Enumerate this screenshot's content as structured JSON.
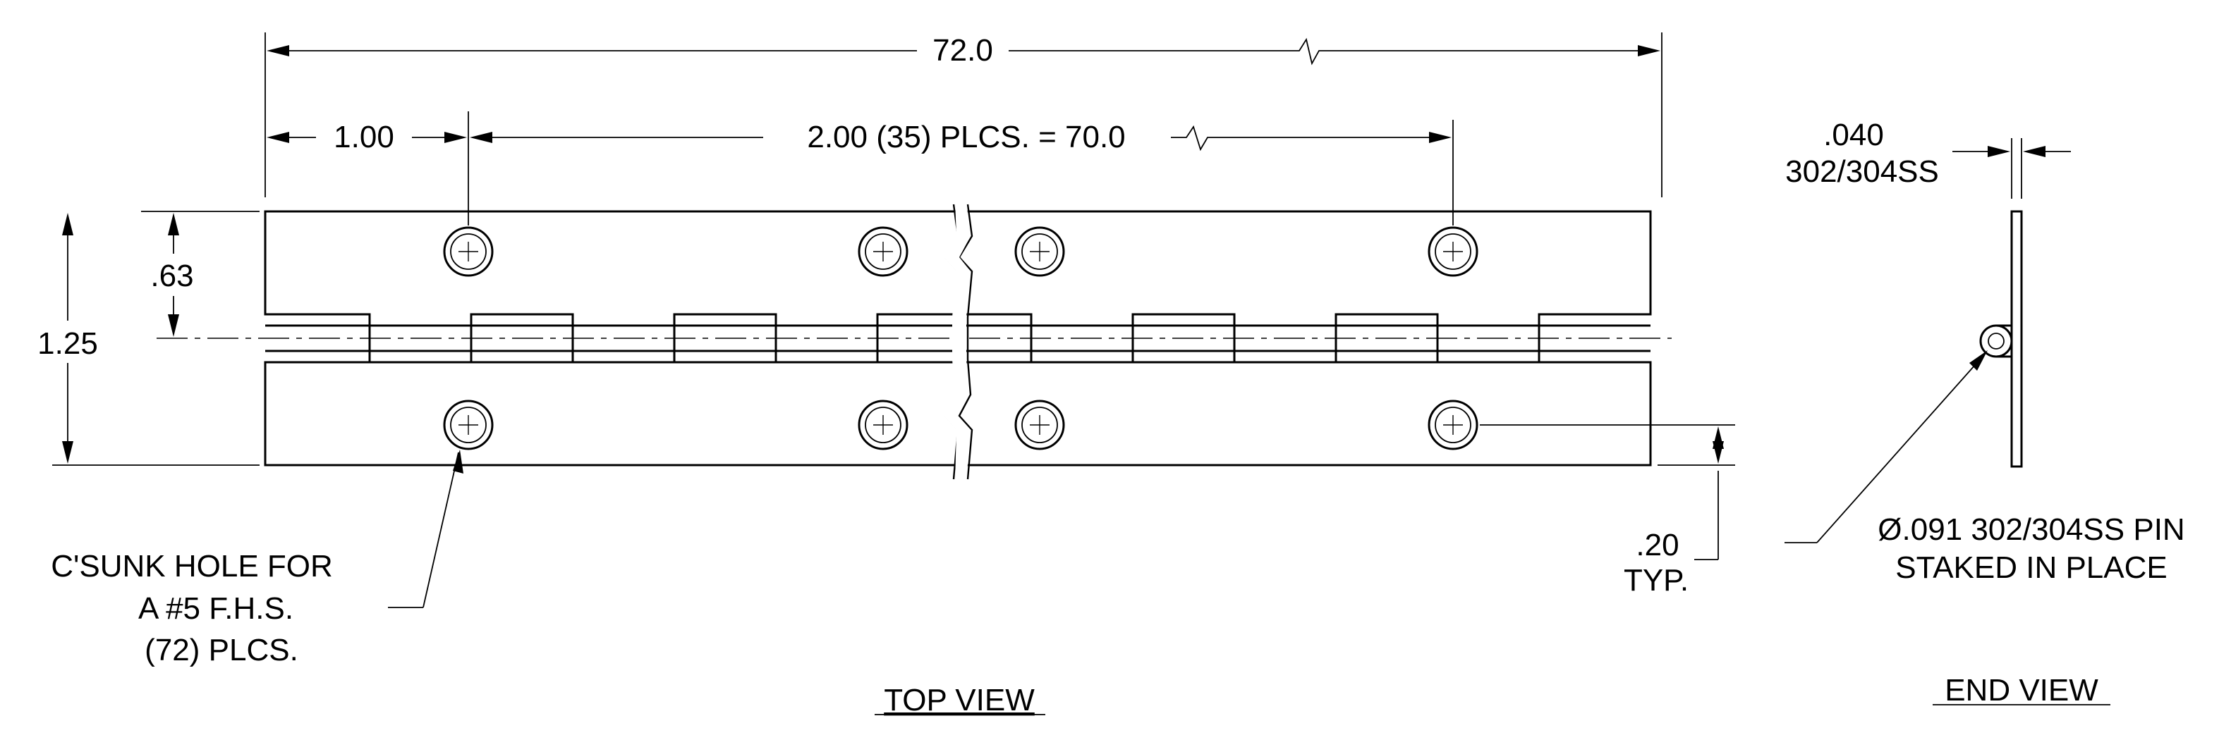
{
  "dimensions": {
    "overall_length": "72.0",
    "end_distance": "1.00",
    "hole_spacing": "2.00 (35) PLCS. = 70.0",
    "knuckle_height": ".63",
    "open_width": "1.25",
    "edge_distance": ".20",
    "edge_distance_note": "TYP.",
    "thickness": ".040",
    "material": "302/304SS"
  },
  "notes": {
    "hole_note": [
      "C'SUNK HOLE FOR",
      "A #5 F.H.S.",
      "(72) PLCS."
    ],
    "pin_note": [
      "Ø.091 302/304SS PIN",
      "STAKED IN PLACE"
    ]
  },
  "views": {
    "top_view": "TOP VIEW",
    "end_view": "END VIEW"
  }
}
